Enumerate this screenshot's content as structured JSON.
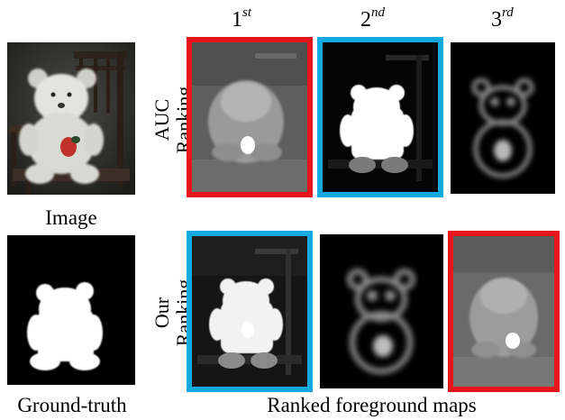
{
  "column_headers": [
    {
      "num": "1",
      "suffix": "st"
    },
    {
      "num": "2",
      "suffix": "nd"
    },
    {
      "num": "3",
      "suffix": "rd"
    }
  ],
  "row_labels": {
    "top_line1": "AUC",
    "top_line2": "Ranking",
    "bottom_line1": "Our",
    "bottom_line2": "Ranking"
  },
  "captions": {
    "image": "Image",
    "ground_truth": "Ground-truth",
    "ranked": "Ranked foreground maps"
  },
  "colors": {
    "highlight_red": "#e8161b",
    "highlight_blue": "#12a9e1"
  }
}
